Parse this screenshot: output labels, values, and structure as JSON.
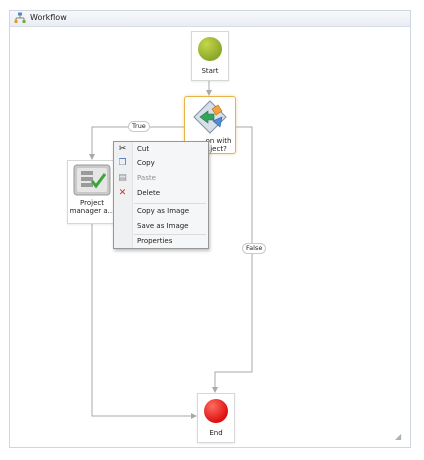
{
  "window": {
    "title": "Workflow",
    "icon": "workflow-icon"
  },
  "nodes": {
    "start": {
      "label": "Start"
    },
    "decision": {
      "label_lines": [
        "…on with",
        "…ject?"
      ]
    },
    "activity": {
      "label_lines": [
        "Project",
        "manager a..."
      ]
    },
    "end": {
      "label": "End"
    }
  },
  "badges": {
    "true": "True",
    "false": "False"
  },
  "context_menu": {
    "items": [
      {
        "label": "Cut",
        "icon": "scissors-icon",
        "enabled": true
      },
      {
        "label": "Copy",
        "icon": "copy-icon",
        "enabled": true
      },
      {
        "label": "Paste",
        "icon": "paste-icon",
        "enabled": false
      },
      {
        "label": "Delete",
        "icon": "delete-icon",
        "enabled": true
      },
      {
        "label": "Copy as Image",
        "icon": "",
        "enabled": true
      },
      {
        "label": "Save as Image",
        "icon": "",
        "enabled": true
      },
      {
        "label": "Properties",
        "icon": "",
        "enabled": true
      }
    ]
  },
  "colors": {
    "start": "#8ba82a",
    "end": "#dd1010",
    "decision_border": "#e8b24b",
    "connector": "#a9a9a9"
  }
}
